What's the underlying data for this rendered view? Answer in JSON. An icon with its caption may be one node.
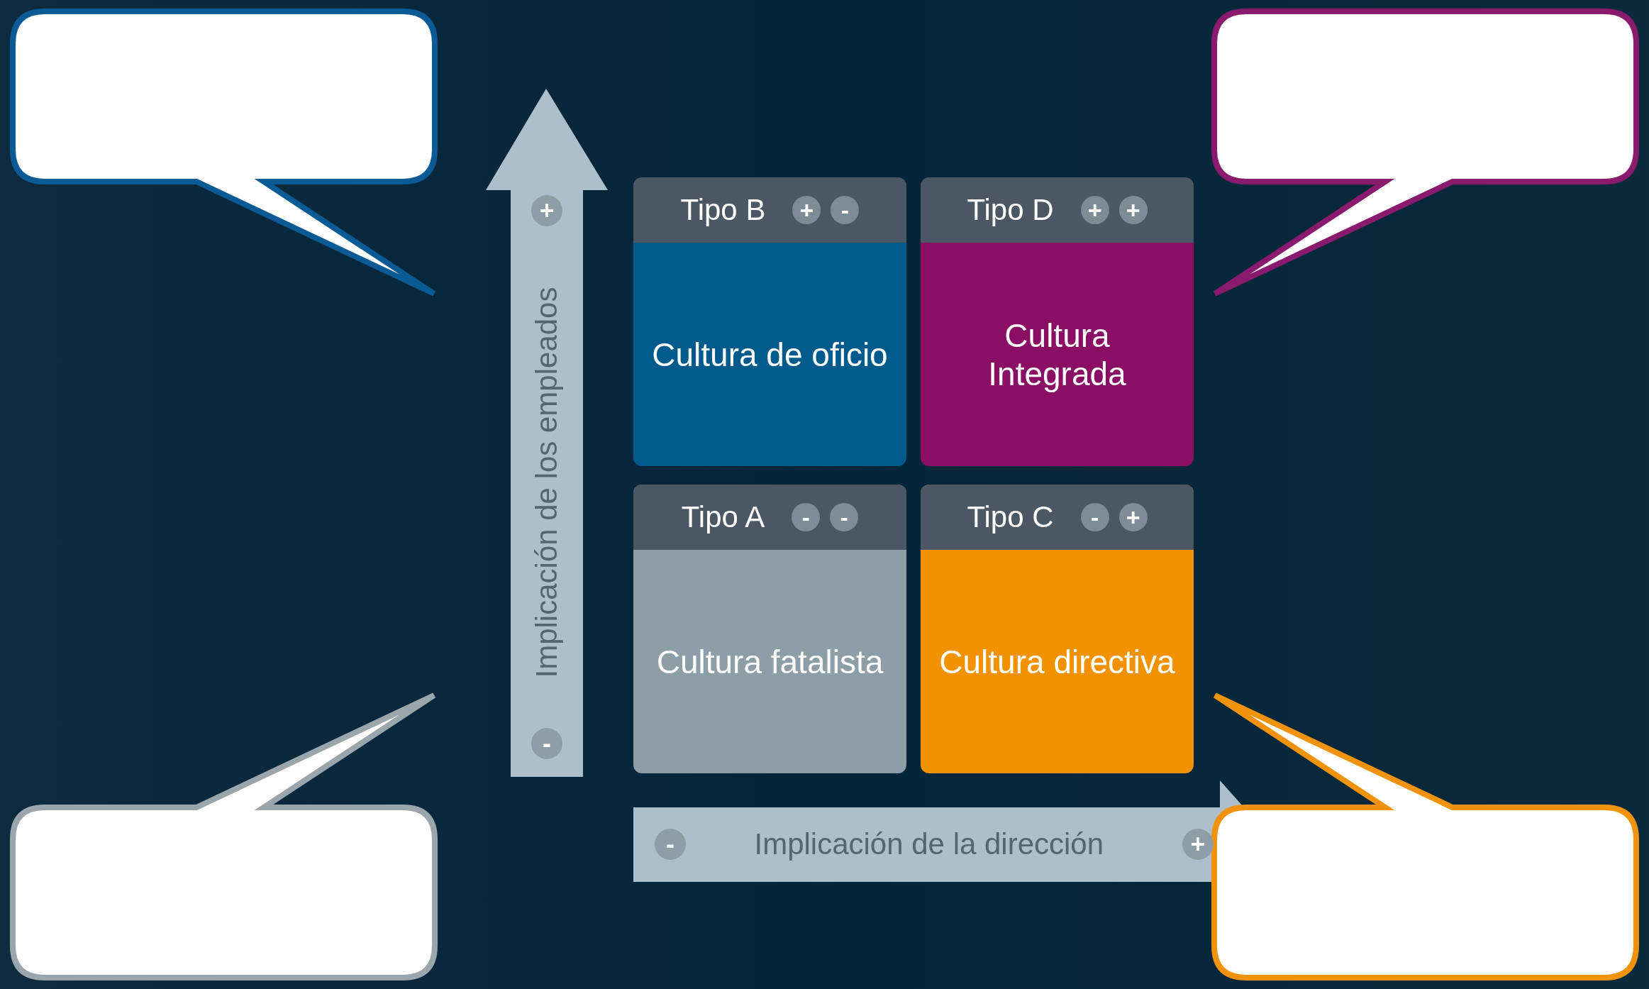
{
  "diagram": {
    "nodes": [
      {
        "text": [],
        "shape": "bubble"
      },
      {
        "text": [],
        "shape": "bubble"
      },
      {
        "text": [
          "Tipo B",
          "+",
          "-",
          "Cultura de oficio"
        ]
      },
      {
        "text": [
          "Tipo D",
          "+",
          "+",
          "Cultura Integrada"
        ]
      },
      {
        "text": [
          "Tipo A",
          "-",
          "-",
          "Cultura fatalista"
        ]
      },
      {
        "text": [
          "Tipo C",
          "-",
          "+",
          "Cultura directiva"
        ]
      },
      {
        "text": [],
        "shape": "bubble"
      },
      {
        "text": [],
        "shape": "bubble"
      }
    ],
    "edges": [],
    "labels": [
      "+",
      "Implicación de los empleados",
      "-",
      "-",
      "Implicación de la dirección",
      "+"
    ]
  }
}
